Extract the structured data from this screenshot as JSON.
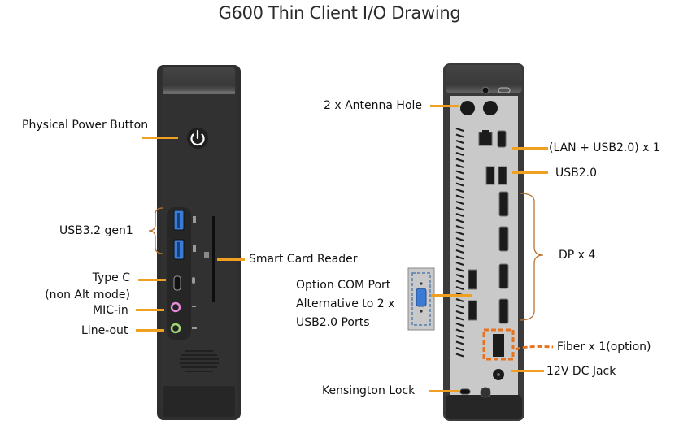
{
  "title": "G600 Thin Client I/O Drawing",
  "colors": {
    "leader": "#f0a020",
    "fiber_highlight": "#e8731e",
    "brace": "#b87333",
    "chassis": "#2e2e2e",
    "rear_panel": "#c9c9c9",
    "usb3_blue": "#3a7bd5",
    "mic_pink": "#e58ad8",
    "lineout_green": "#9fd67a"
  },
  "front_view": {
    "labels": {
      "power": "Physical Power Button",
      "usb3": "USB3.2 gen1",
      "typec_line1": "Type C",
      "typec_line2": "(non Alt mode)",
      "mic": "MIC-in",
      "lineout": "Line-out",
      "smartcard": "Smart Card Reader"
    }
  },
  "rear_view": {
    "labels": {
      "antenna": "2 x Antenna Hole",
      "lan_usb": "(LAN + USB2.0) x 1",
      "usb2": "USB2.0",
      "dp": "DP x 4",
      "com_line1": "Option COM Port",
      "com_line2": "Alternative to 2 x",
      "com_line3": "USB2.0 Ports",
      "fiber": "Fiber x 1(option)",
      "dc": "12V DC Jack",
      "kensington": "Kensington Lock"
    }
  }
}
